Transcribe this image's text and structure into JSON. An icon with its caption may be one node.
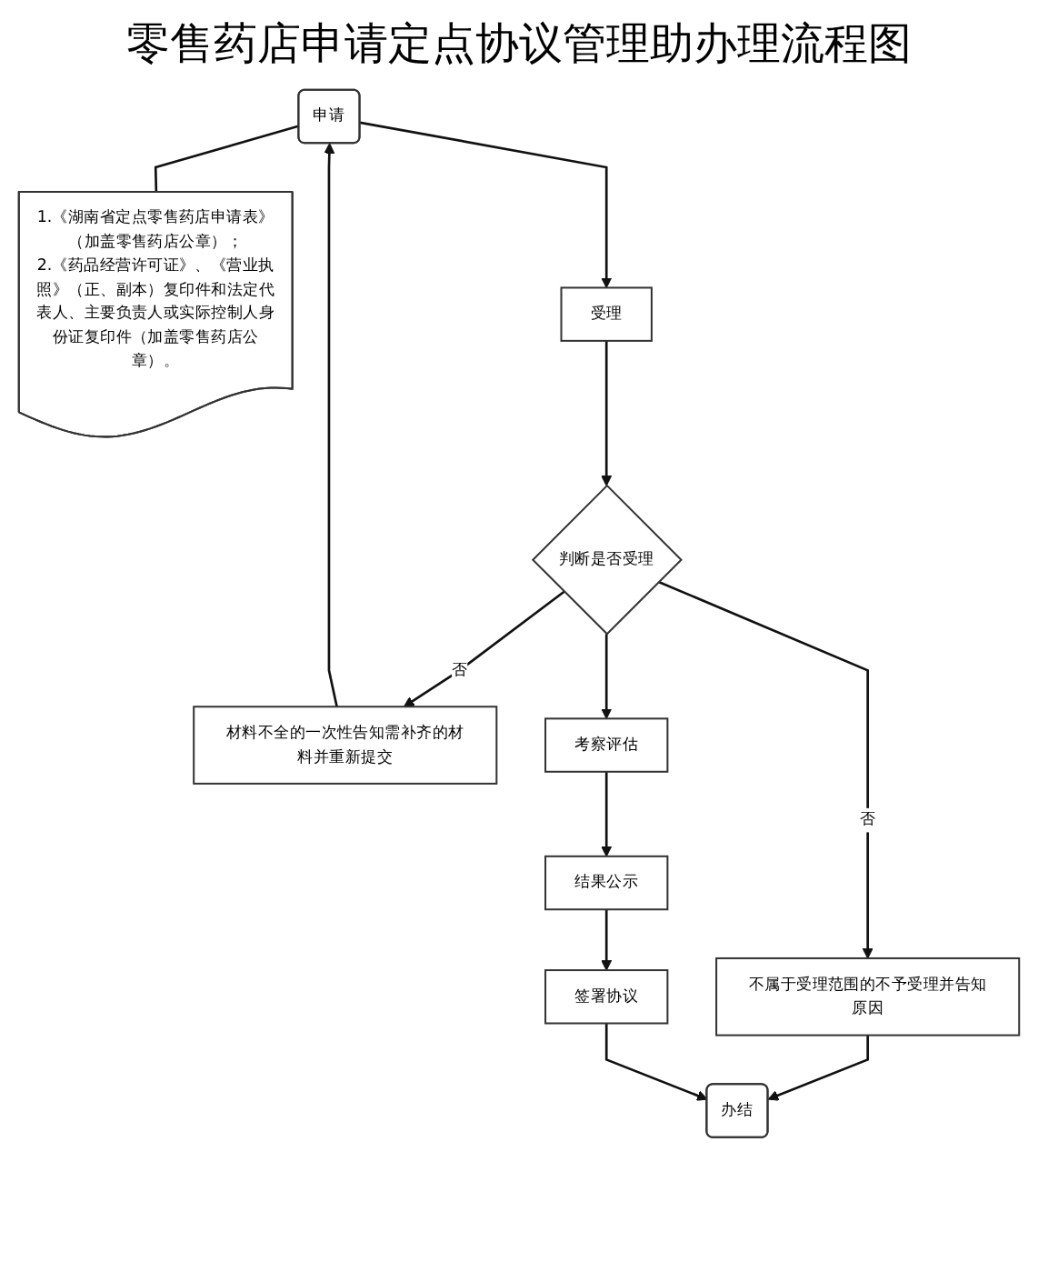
{
  "diagram": {
    "title": "零售药店申请定点协议管理助办理流程图",
    "nodes": [
      {
        "text": [
          "申请"
        ]
      },
      {
        "text": [
          "1.《湖南省定点零售药店申请表》（加盖零售药店公章）；",
          "2.《药品经营许可证》、《营业执照》（正、副本）复印件和法定代表人、主要负责人或实际控制人身份证复印件（加盖零售药店公章）。"
        ]
      },
      {
        "text": [
          "材料不全的一次性告知需补齐的材料并重新提交"
        ]
      },
      {
        "text": [
          "受理"
        ]
      },
      {
        "text": [
          "判断是否受理"
        ]
      },
      {
        "text": [
          "考察评估"
        ]
      },
      {
        "text": [
          "不属于受理范围的不予受理并告知原因"
        ]
      },
      {
        "text": [
          "结果公示"
        ]
      },
      {
        "text": [
          "签署协议"
        ]
      },
      {
        "text": [
          "办结"
        ]
      }
    ],
    "edges": [
      {
        "from": 2,
        "to": 0,
        "arrow": "to"
      },
      {
        "from": 0,
        "to": 1,
        "arrow": "none"
      },
      {
        "from": 0,
        "to": 3,
        "arrow": "to"
      },
      {
        "from": 3,
        "to": 4,
        "arrow": "to"
      },
      {
        "from": 4,
        "to": 2,
        "arrow": "to",
        "label": "否"
      },
      {
        "from": 4,
        "to": 6,
        "arrow": "to",
        "label": "否"
      },
      {
        "from": 4,
        "to": 5,
        "arrow": "to"
      },
      {
        "from": 5,
        "to": 7,
        "arrow": "to"
      },
      {
        "from": 6,
        "to": 9,
        "arrow": "to"
      },
      {
        "from": 7,
        "to": 8,
        "arrow": "to"
      },
      {
        "from": 8,
        "to": 9,
        "arrow": "to"
      }
    ]
  }
}
